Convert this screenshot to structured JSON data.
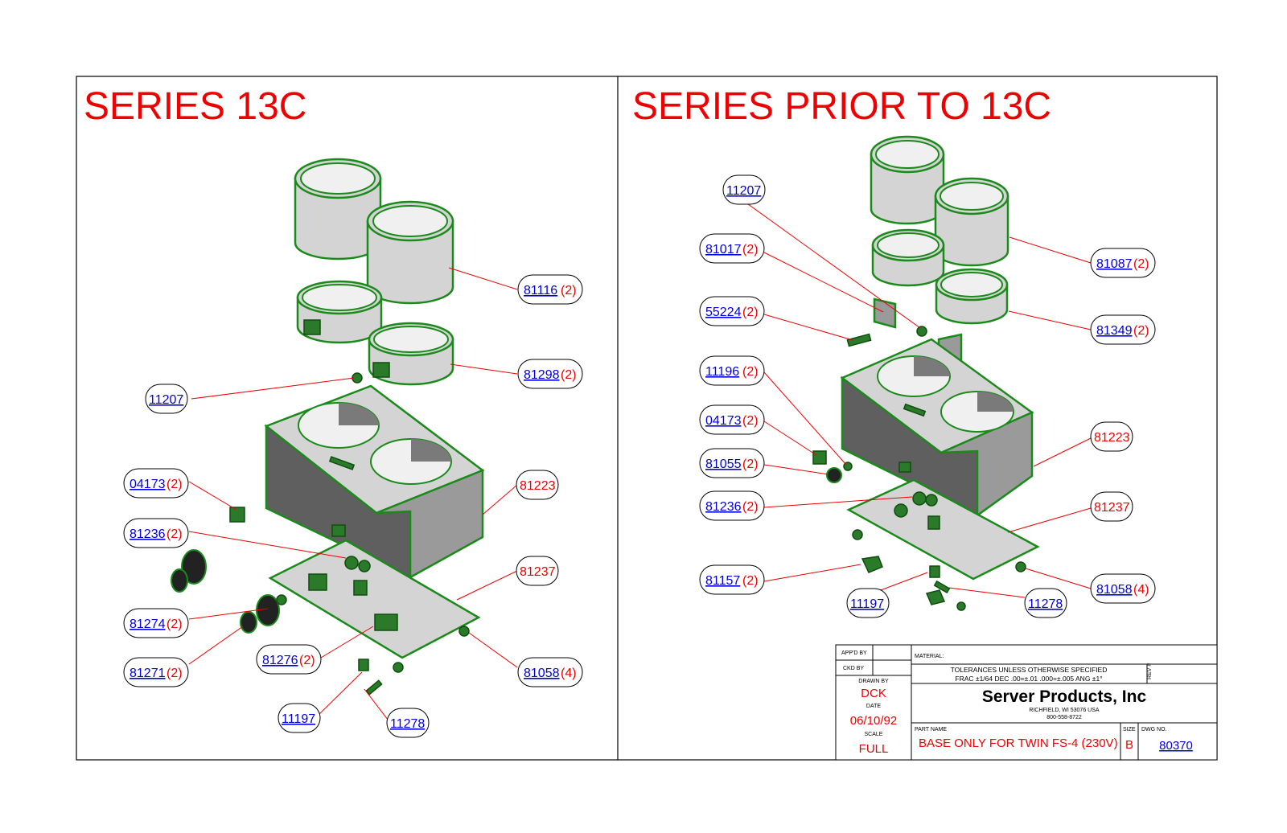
{
  "left_panel": {
    "title": "SERIES 13C",
    "callouts": [
      {
        "part": "81116",
        "qty": "(2)"
      },
      {
        "part": "81298",
        "qty": "(2)"
      },
      {
        "part": "11207",
        "qty": ""
      },
      {
        "part": "04173",
        "qty": "(2)"
      },
      {
        "part": "81223",
        "qty": ""
      },
      {
        "part": "81236",
        "qty": "(2)"
      },
      {
        "part": "81237",
        "qty": ""
      },
      {
        "part": "81274",
        "qty": "(2)"
      },
      {
        "part": "81276",
        "qty": "(2)"
      },
      {
        "part": "81271",
        "qty": "(2)"
      },
      {
        "part": "81058",
        "qty": "(4)"
      },
      {
        "part": "11197",
        "qty": ""
      },
      {
        "part": "11278",
        "qty": ""
      }
    ]
  },
  "right_panel": {
    "title": "SERIES PRIOR TO 13C",
    "callouts": [
      {
        "part": "11207",
        "qty": ""
      },
      {
        "part": "81017",
        "qty": "(2)"
      },
      {
        "part": "81087",
        "qty": "(2)"
      },
      {
        "part": "55224",
        "qty": "(2)"
      },
      {
        "part": "81349",
        "qty": "(2)"
      },
      {
        "part": "11196",
        "qty": "(2)"
      },
      {
        "part": "04173",
        "qty": "(2)"
      },
      {
        "part": "81223",
        "qty": ""
      },
      {
        "part": "81055",
        "qty": "(2)"
      },
      {
        "part": "81236",
        "qty": "(2)"
      },
      {
        "part": "81237",
        "qty": ""
      },
      {
        "part": "81157",
        "qty": "(2)"
      },
      {
        "part": "81058",
        "qty": "(4)"
      },
      {
        "part": "11197",
        "qty": ""
      },
      {
        "part": "11278",
        "qty": ""
      }
    ]
  },
  "title_block": {
    "appd_by_label": "APP'D BY",
    "ckd_by_label": "CKD BY",
    "drawn_by_label": "DRAWN BY",
    "drawn_by": "DCK",
    "date_label": "DATE",
    "date": "06/10/92",
    "scale_label": "SCALE",
    "scale": "FULL",
    "material_label": "MATERIAL:",
    "tolerances_line1": "TOLERANCES UNLESS OTHERWISE SPECIFIED",
    "tolerances_line2": "FRAC ±1/64 DEC .00=±.01 .000=±.005 ANG ±1°",
    "rev_label": "REV #",
    "company": "Server Products, Inc",
    "address": "RICHFIELD, WI 53076 USA",
    "phone": "800-558-8722",
    "part_name_label": "PART NAME",
    "part_name": "BASE ONLY FOR TWIN FS-4 (230V)",
    "size_label": "SIZE",
    "size": "B",
    "dwg_no_label": "DWG NO.",
    "dwg_no": "80370"
  },
  "colors": {
    "title_red": "#ee0000",
    "part_blue": "#0000dd",
    "outline_green": "#1a8a1a"
  }
}
